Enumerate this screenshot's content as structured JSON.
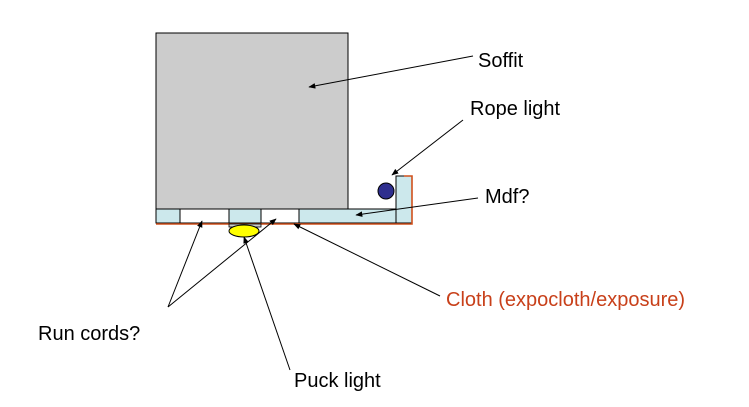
{
  "labels": {
    "soffit": "Soffit",
    "rope_light": "Rope light",
    "mdf": "Mdf?",
    "cloth": "Cloth (expocloth/exposure)",
    "run_cords": "Run cords?",
    "puck_light": "Puck light"
  },
  "colors": {
    "soffit_fill": "#cccccc",
    "mdf_fill": "#cce8ec",
    "cloth_line": "#d0501c",
    "cloth_text": "#c8401a",
    "rope_light_fill": "#2e2e8e",
    "puck_light_fill": "#ffff00",
    "text": "#000000",
    "outline": "#000000"
  }
}
